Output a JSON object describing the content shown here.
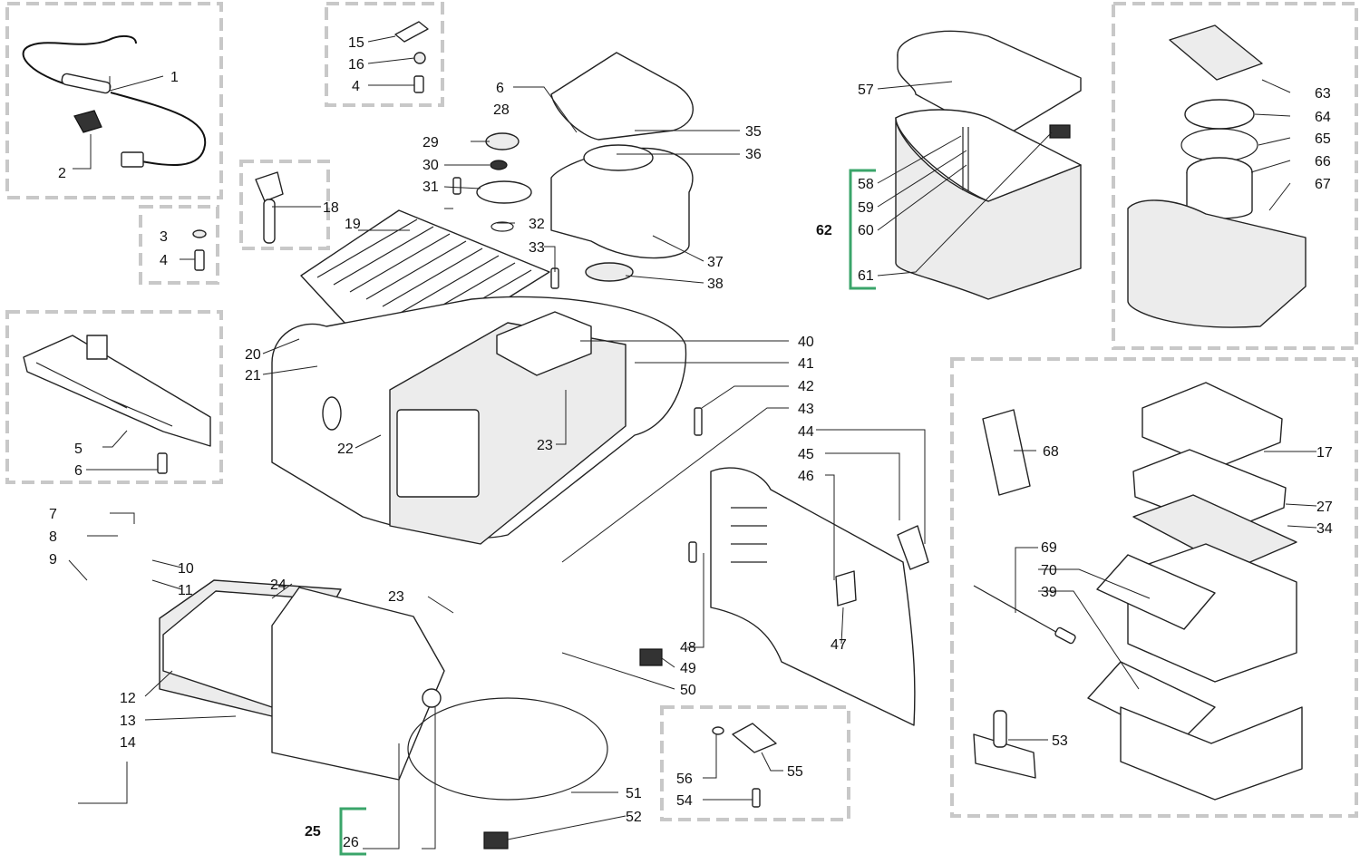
{
  "diagram": {
    "colors": {
      "group_bracket": "#3aa56a",
      "detail_frame": "#c8c8c8",
      "line": "#222222"
    },
    "labels": {
      "n1": "1",
      "n2": "2",
      "n3": "3",
      "n4a": "4",
      "n4b": "4",
      "n5": "5",
      "n6a": "6",
      "n6b": "6",
      "n7": "7",
      "n8": "8",
      "n9": "9",
      "n10": "10",
      "n11": "11",
      "n12": "12",
      "n13": "13",
      "n14": "14",
      "n15": "15",
      "n16": "16",
      "n17": "17",
      "n18": "18",
      "n19": "19",
      "n20": "20",
      "n21": "21",
      "n22": "22",
      "n23a": "23",
      "n23b": "23",
      "n24": "24",
      "n25": "25",
      "n26": "26",
      "n27": "27",
      "n28": "28",
      "n29": "29",
      "n30": "30",
      "n31": "31",
      "n32": "32",
      "n33": "33",
      "n34": "34",
      "n35": "35",
      "n36": "36",
      "n37": "37",
      "n38": "38",
      "n39": "39",
      "n40": "40",
      "n41": "41",
      "n42": "42",
      "n43": "43",
      "n44": "44",
      "n45": "45",
      "n46": "46",
      "n47": "47",
      "n48": "48",
      "n49": "49",
      "n50": "50",
      "n51": "51",
      "n52": "52",
      "n53": "53",
      "n54": "54",
      "n55": "55",
      "n56": "56",
      "n57": "57",
      "n58": "58",
      "n59": "59",
      "n60": "60",
      "n61": "61",
      "n62": "62",
      "n63": "63",
      "n64": "64",
      "n65": "65",
      "n66": "66",
      "n67": "67",
      "n68": "68",
      "n69": "69",
      "n70": "70"
    }
  }
}
